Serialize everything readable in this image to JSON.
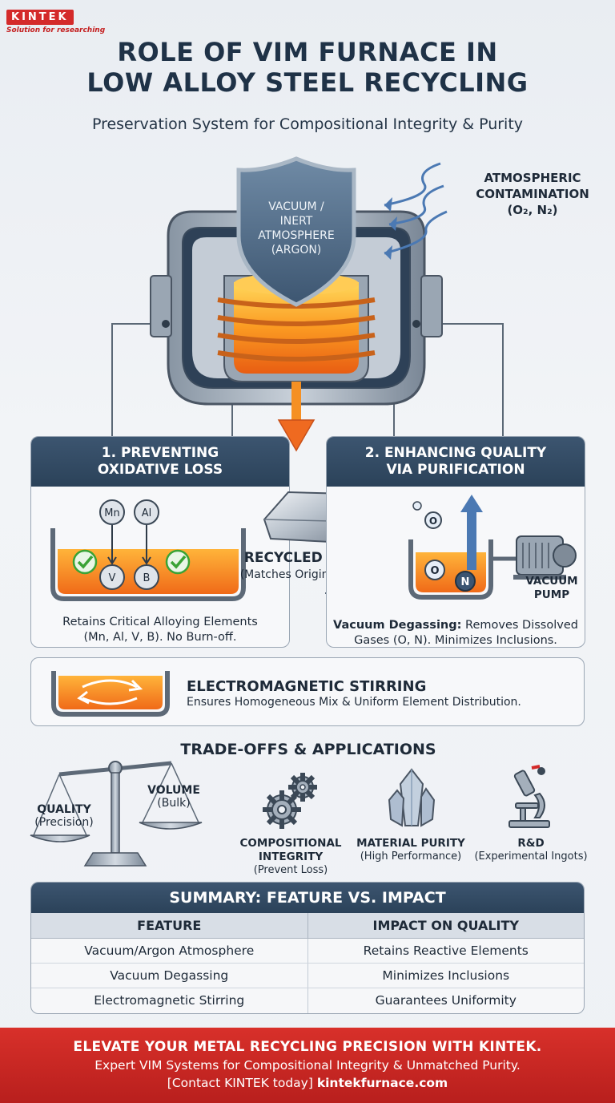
{
  "brand": {
    "logo": "KINTEK",
    "tagline": "Solution for researching"
  },
  "header": {
    "title_line1": "ROLE OF VIM FURNACE IN",
    "title_line2": "LOW ALLOY STEEL RECYCLING",
    "subtitle": "Preservation System for Compositional Integrity & Purity"
  },
  "furnace": {
    "shield_line1": "VACUUM /",
    "shield_line2": "INERT",
    "shield_line3": "ATMOSPHERE",
    "shield_line4": "(ARGON)",
    "contamination_line1": "ATMOSPHERIC",
    "contamination_line2": "CONTAMINATION",
    "contamination_line3": "(O₂, N₂)"
  },
  "section1": {
    "heading_line1": "1. PREVENTING",
    "heading_line2": "OXIDATIVE LOSS",
    "elements": [
      "Mn",
      "Al",
      "V",
      "B"
    ],
    "text_line1": "Retains Critical Alloying Elements",
    "text_line2": "(Mn, Al, V, B). No Burn-off."
  },
  "ingot": {
    "title": "RECYCLED INGOT",
    "subtitle": "(Matches Original Specs)"
  },
  "section2": {
    "heading_line1": "2. ENHANCING QUALITY",
    "heading_line2": "VIA PURIFICATION",
    "bubbles": [
      "O",
      "O",
      "N"
    ],
    "pump_line1": "VACUUM",
    "pump_line2": "PUMP",
    "text_bold": "Vacuum Degassing:",
    "text_rest": " Removes Dissolved",
    "text_line2": "Gases (O, N). Minimizes Inclusions."
  },
  "stirring": {
    "title": "ELECTROMAGNETIC STIRRING",
    "subtitle": "Ensures Homogeneous Mix & Uniform Element Distribution."
  },
  "tradeoffs": {
    "title": "TRADE-OFFS & APPLICATIONS",
    "quality": "QUALITY",
    "quality_sub": "(Precision)",
    "volume": "VOLUME",
    "volume_sub": "(Bulk)",
    "apps": [
      {
        "title_line1": "COMPOSITIONAL",
        "title_line2": "INTEGRITY",
        "sub": "(Prevent Loss)",
        "icon": "gears-icon"
      },
      {
        "title_line1": "MATERIAL PURITY",
        "title_line2": "",
        "sub": "(High Performance)",
        "icon": "crystal-icon"
      },
      {
        "title_line1": "R&D",
        "title_line2": "",
        "sub": "(Experimental Ingots)",
        "icon": "microscope-icon"
      }
    ]
  },
  "summary": {
    "title": "SUMMARY: FEATURE VS. IMPACT",
    "col_feature": "FEATURE",
    "col_impact": "IMPACT ON QUALITY",
    "rows": [
      {
        "feature": "Vacuum/Argon Atmosphere",
        "impact": "Retains Reactive Elements"
      },
      {
        "feature": "Vacuum Degassing",
        "impact": "Minimizes Inclusions"
      },
      {
        "feature": "Electromagnetic Stirring",
        "impact": "Guarantees Uniformity"
      }
    ]
  },
  "footer": {
    "line1": "ELEVATE YOUR METAL RECYCLING PRECISION WITH KINTEK.",
    "line2": "Expert VIM Systems for Compositional Integrity & Unmatched Purity.",
    "line3_prefix": "[Contact KINTEK today] ",
    "line3_link": "kintekfurnace.com"
  },
  "colors": {
    "navy": "#2b4259",
    "accent_red": "#d42a2a",
    "molten": "#f08a1a",
    "check_green": "#3aa335"
  }
}
